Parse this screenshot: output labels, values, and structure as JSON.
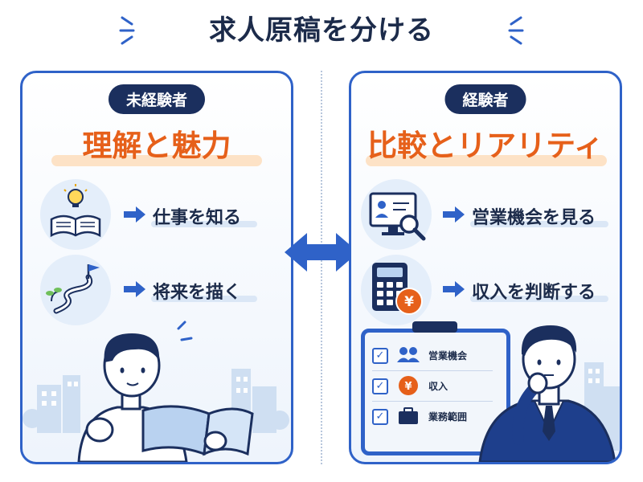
{
  "title": "求人原稿を分ける",
  "colors": {
    "navy": "#1b2f5e",
    "accent_orange": "#e6601a",
    "blue": "#2f62c8",
    "panel_bg": "#eef4fc"
  },
  "left_panel": {
    "badge": "未経験者",
    "headline": "理解と魅力",
    "items": [
      {
        "icon": "open-book-lightbulb-icon",
        "label": "仕事を知る"
      },
      {
        "icon": "winding-path-flag-icon",
        "label": "将来を描く"
      }
    ],
    "illustration": "person-reading-book"
  },
  "right_panel": {
    "badge": "経験者",
    "headline": "比較とリアリティ",
    "items": [
      {
        "icon": "monitor-magnifier-icon",
        "label": "営業機会を見る"
      },
      {
        "icon": "calculator-yen-coin-icon",
        "label": "収入を判断する"
      }
    ],
    "checklist": [
      {
        "icon": "people-icon",
        "label": "営業機会"
      },
      {
        "icon": "yen-coin-icon",
        "label": "収入"
      },
      {
        "icon": "briefcase-icon",
        "label": "業務範囲"
      }
    ],
    "illustration": "businessman-thinking"
  },
  "center_arrow": "double-arrow-icon"
}
